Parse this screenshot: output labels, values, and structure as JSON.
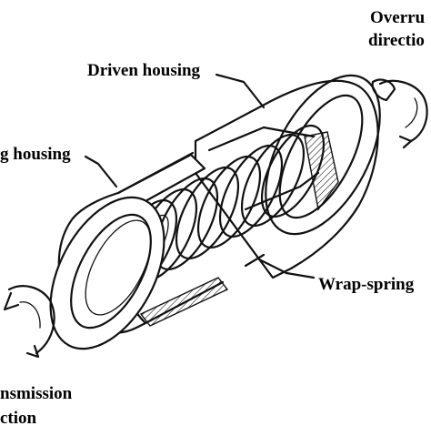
{
  "figure": {
    "labels": {
      "overrun_line1": "Overru",
      "overrun_line2": "directio",
      "driven_housing": "Driven housing",
      "driving_housing": "g housing",
      "wrap_spring": "Wrap-spring",
      "transmission_line1": "nsmission",
      "transmission_line2": "ction"
    },
    "icons": {
      "overrun_arrow": "curved-rotation-arrow",
      "transmission_arrow": "curved-rotation-arrow"
    },
    "colors": {
      "ink": "#111111",
      "background": "#ffffff"
    }
  }
}
